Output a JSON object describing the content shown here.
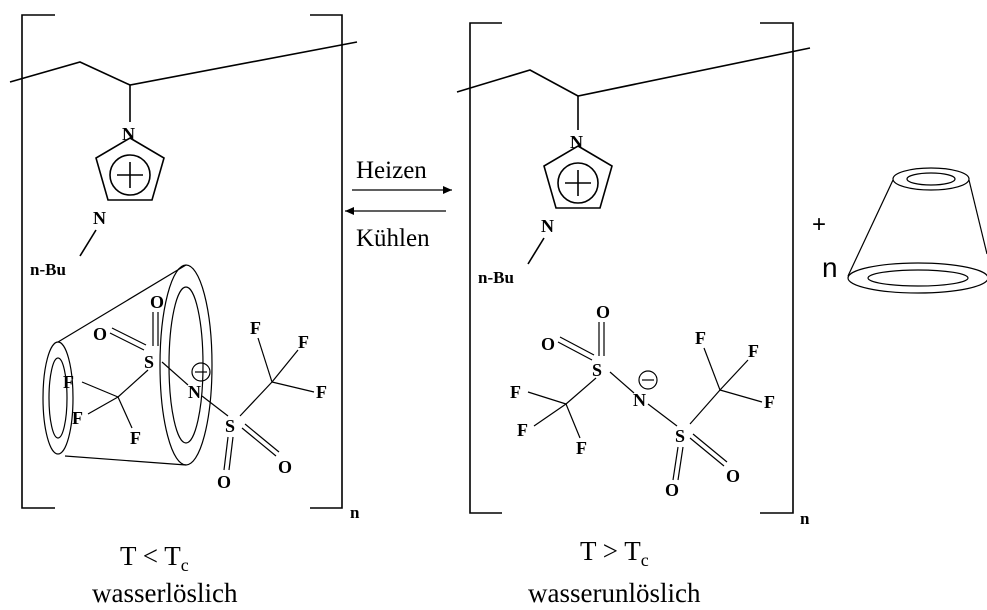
{
  "arrows": {
    "forward": "Heizen",
    "backward": "Kühlen"
  },
  "left": {
    "substituent": "n-Bu",
    "ring_n_top": "N",
    "ring_n_bottom": "N",
    "anion": {
      "o1": "O",
      "o2": "O",
      "o3": "O",
      "s1": "S",
      "s2": "S",
      "n": "N",
      "f": [
        "F",
        "F",
        "F",
        "F",
        "F",
        "F"
      ]
    },
    "subscript": "n",
    "condition_main": "T < T",
    "condition_sub": "c",
    "solubility": "wasserlöslich"
  },
  "right": {
    "substituent": "n-Bu",
    "ring_n_top": "N",
    "ring_n_bottom": "N",
    "anion": {
      "o1": "O",
      "o2": "O",
      "o3": "O",
      "s1": "S",
      "s2": "S",
      "n": "N",
      "f": [
        "F",
        "F",
        "F",
        "F",
        "F",
        "F"
      ]
    },
    "subscript": "n",
    "condition_main": "T > T",
    "condition_sub": "c",
    "solubility": "wasserunlöslich"
  },
  "product": {
    "plus": "+",
    "coefficient": "n"
  }
}
